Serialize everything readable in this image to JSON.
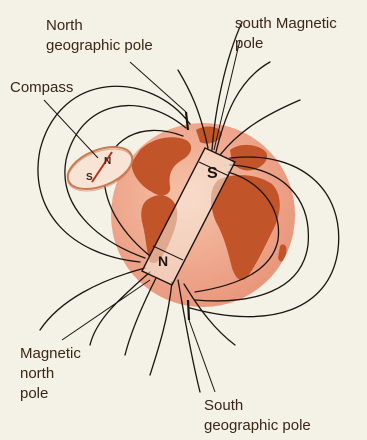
{
  "labels": {
    "north_geographic_pole": [
      "North",
      "geographic pole"
    ],
    "south_magnetic_pole": [
      "south Magnetic",
      "pole"
    ],
    "compass": "Compass",
    "magnetic_north_pole": [
      "Magnetic",
      "north",
      "pole"
    ],
    "south_geographic_pole": [
      "South",
      "geographic pole"
    ]
  },
  "magnet_letters": {
    "top": "S",
    "bottom": "N"
  },
  "compass_letters": {
    "north": "N",
    "south": "S"
  },
  "colors": {
    "background": "#f4f1e6",
    "ocean": "#f0a88c",
    "land": "#c2542a",
    "field_line": "#1c1410",
    "magnet_fill": "#f6eee2",
    "text": "#3a2618",
    "compass_ring": "#c87a55",
    "needle": "#b8321a"
  }
}
